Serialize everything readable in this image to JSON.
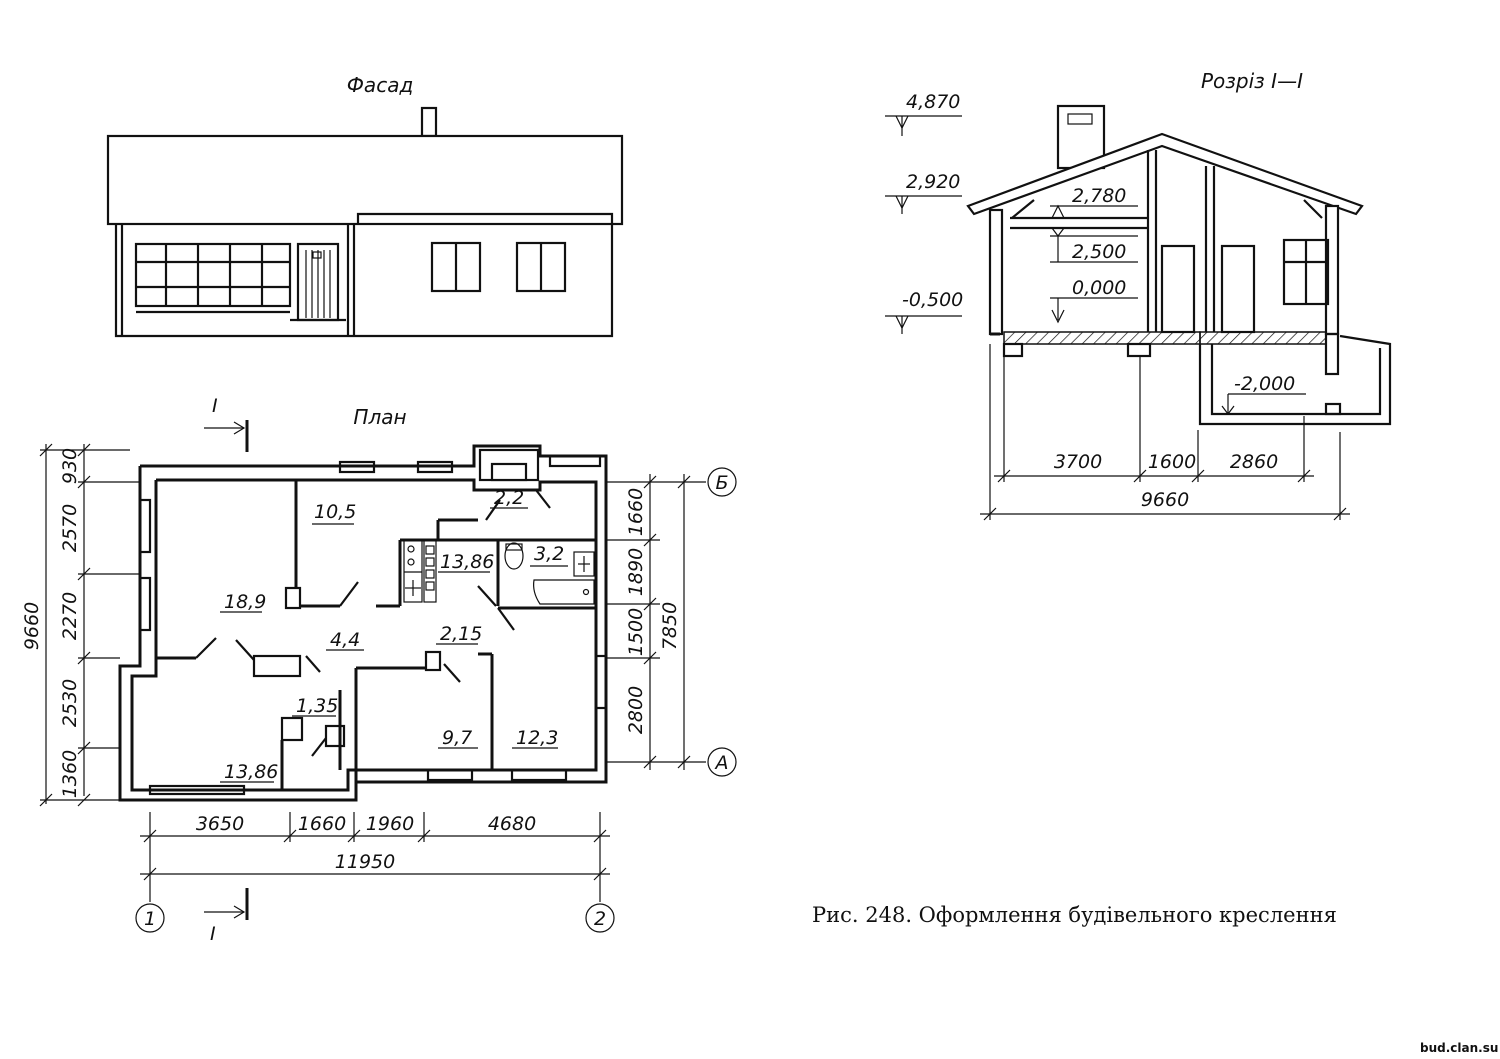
{
  "facade": {
    "title": "Фасад"
  },
  "section": {
    "title": "Розріз І—І",
    "levels": [
      "4,870",
      "2,920",
      "-0,500",
      "2,780",
      "2,500",
      "0,000",
      "-2,000"
    ],
    "dims": [
      "3700",
      "1600",
      "2860",
      "9660"
    ]
  },
  "plan": {
    "title": "План",
    "cut_marks": [
      "I",
      "I"
    ],
    "rooms": [
      {
        "label": "10,5"
      },
      {
        "label": "2,2"
      },
      {
        "label": "13,86"
      },
      {
        "label": "3,2"
      },
      {
        "label": "18,9"
      },
      {
        "label": "4,4"
      },
      {
        "label": "2,15"
      },
      {
        "label": "1,35"
      },
      {
        "label": "9,7"
      },
      {
        "label": "12,3"
      },
      {
        "label": "13,86"
      }
    ],
    "left_dims": [
      "930",
      "2570",
      "2270",
      "2530",
      "1360"
    ],
    "left_total": "9660",
    "right_dims": [
      "1660",
      "1890",
      "1500",
      "2800"
    ],
    "right_total": "7850",
    "bottom_dims": [
      "3650",
      "1660",
      "1960",
      "4680"
    ],
    "bottom_total": "11950",
    "axes": [
      "Б",
      "А",
      "1",
      "2"
    ]
  },
  "caption": "Рис. 248. Оформлення будівельного креслення",
  "watermark": "bud.clan.su"
}
